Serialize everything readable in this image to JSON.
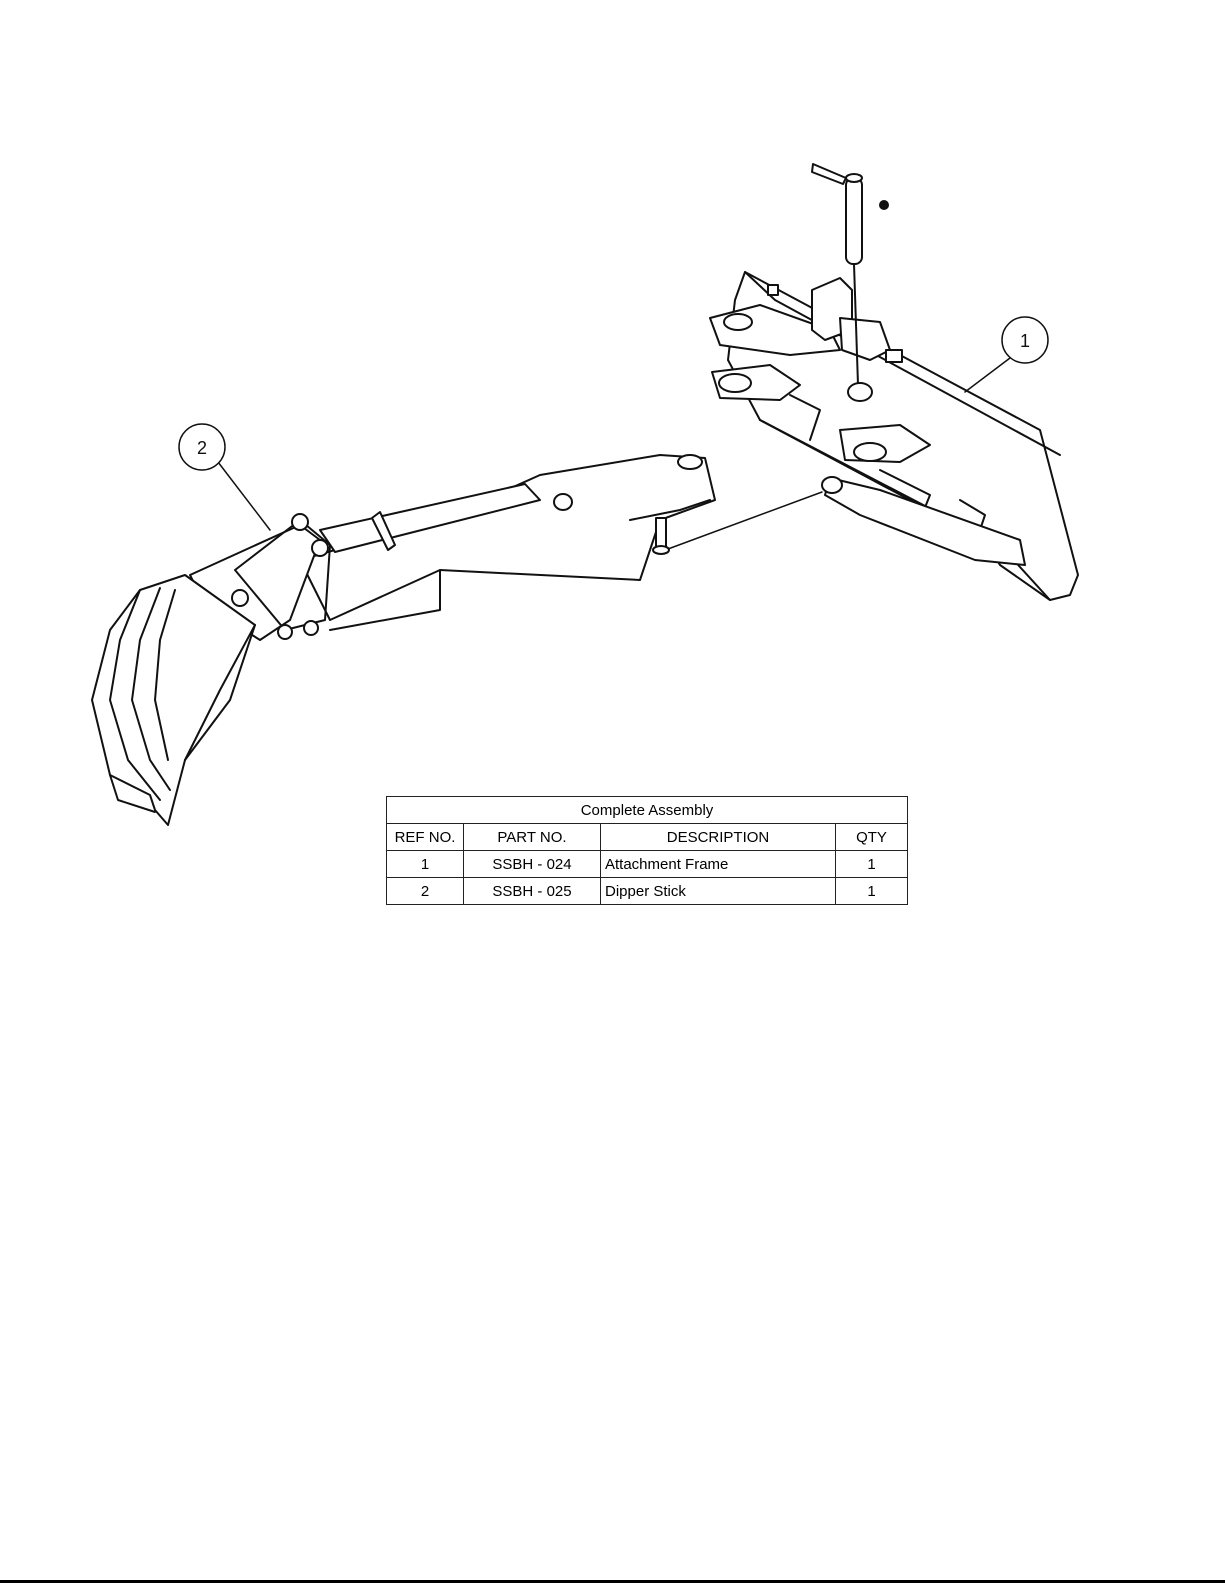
{
  "callouts": [
    {
      "ref": "1"
    },
    {
      "ref": "2"
    }
  ],
  "table": {
    "title": "Complete Assembly",
    "headers": [
      "REF NO.",
      "PART NO.",
      "DESCRIPTION",
      "QTY"
    ],
    "rows": [
      [
        "1",
        "SSBH - 024",
        "Attachment Frame",
        "1"
      ],
      [
        "2",
        "SSBH - 025",
        "Dipper Stick",
        "1"
      ]
    ]
  }
}
